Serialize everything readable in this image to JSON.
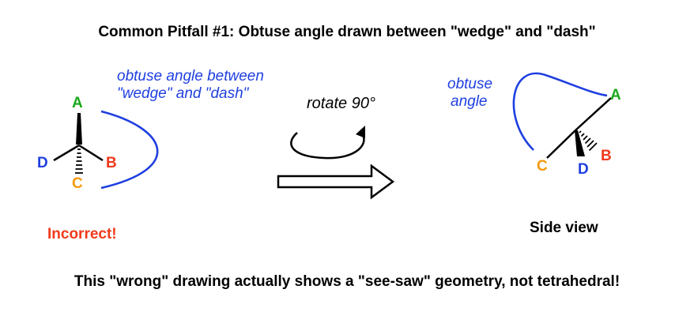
{
  "title": "Common Pitfall #1:  Obtuse angle drawn between  \"wedge\" and \"dash\"",
  "left_structure": {
    "note_line1": "obtuse angle between",
    "note_line2": "\"wedge\" and \"dash\"",
    "atoms": {
      "A": "A",
      "B": "B",
      "C": "C",
      "D": "D"
    },
    "verdict": "Incorrect!"
  },
  "rotation": {
    "label": "rotate 90°"
  },
  "right_structure": {
    "note_line1": "obtuse",
    "note_line2": "angle",
    "atoms": {
      "A": "A",
      "B": "B",
      "C": "C",
      "D": "D"
    },
    "caption": "Side view"
  },
  "bottom_note": "This \"wrong\" drawing actually shows a \"see-saw\" geometry, not tetrahedral!",
  "colors": {
    "atom_A": "#1aa81a",
    "atom_B": "#f03a1c",
    "atom_C": "#f39a0f",
    "atom_D": "#1f3fe0",
    "annotation": "#1f3fe0",
    "verdict": "#f03a1c"
  }
}
